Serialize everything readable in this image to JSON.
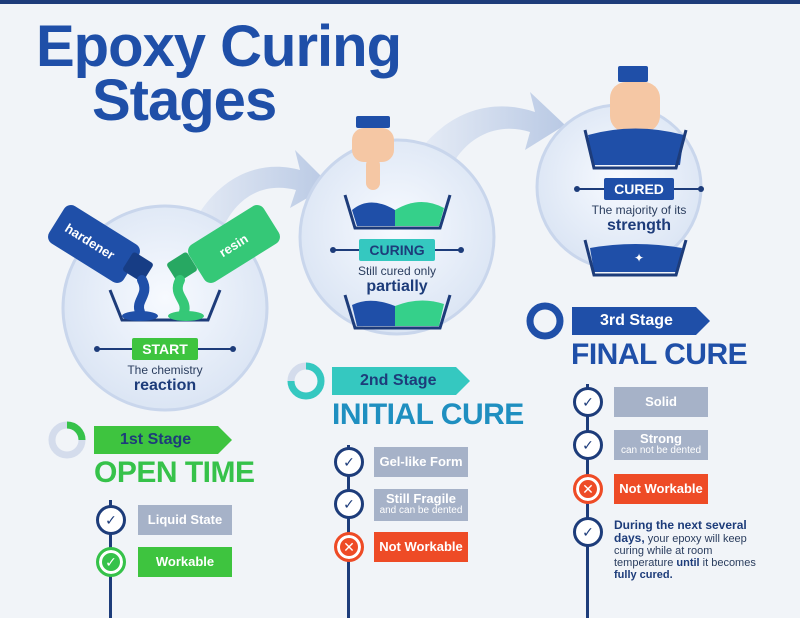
{
  "title": {
    "line1": "Epoxy Curing",
    "line2": "Stages"
  },
  "circles": [
    {
      "pill": "START",
      "sub": "The chemistry",
      "big": "reaction",
      "bottle_left": "hardener",
      "bottle_right": "resin"
    },
    {
      "pill": "CURING",
      "sub": "Still cured only",
      "big": "partially"
    },
    {
      "pill": "CURED",
      "sub": "The majority of its",
      "big": "strength"
    }
  ],
  "stages": [
    {
      "tag": "1st Stage",
      "name": "OPEN TIME",
      "items": [
        {
          "label": "Liquid State",
          "status": "check"
        },
        {
          "label": "Workable",
          "status": "check"
        }
      ]
    },
    {
      "tag": "2nd Stage",
      "name": "INITIAL CURE",
      "items": [
        {
          "label": "Gel-like Form",
          "status": "check"
        },
        {
          "label": "Still Fragile",
          "small": "and can be dented",
          "status": "check"
        },
        {
          "label": "Not Workable",
          "status": "cross"
        }
      ]
    },
    {
      "tag": "3rd Stage",
      "name": "FINAL CURE",
      "items": [
        {
          "label": "Solid",
          "status": "check"
        },
        {
          "label": "Strong",
          "small": "can not be dented",
          "status": "check"
        },
        {
          "label": "Not Workable",
          "status": "cross"
        }
      ],
      "note": {
        "p1": "During the next several",
        "p2": "days,",
        "p3": " your epoxy will keep",
        "p4": "curing while at room",
        "p5": "temperature ",
        "p6": "until",
        "p7": " it becomes",
        "p8": "fully cured."
      }
    }
  ],
  "colors": {
    "navy": "#1d3c7a",
    "blue": "#1f4fa8",
    "green": "#36c24a",
    "red": "#ee4b26",
    "grey": "#a6b2c8",
    "teal": "#35d08a"
  }
}
